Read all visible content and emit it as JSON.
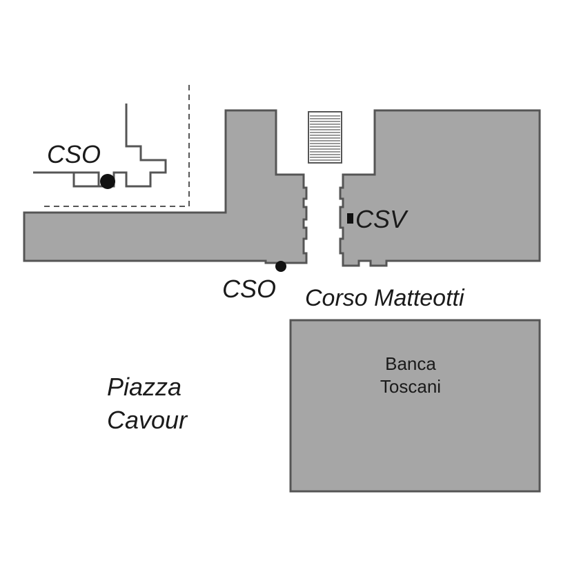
{
  "labels": {
    "cso_upper": "CSO",
    "cso_lower": "CSO",
    "csv": "CSV",
    "street": "Corso Matteotti",
    "piazza_line1": "Piazza",
    "piazza_line2": "Cavour",
    "bank_line1": "Banca",
    "bank_line2": "Toscani"
  },
  "colors": {
    "building_fill": "#a6a6a6",
    "outline": "#555555",
    "text": "#1a1a1a",
    "marker": "#111111",
    "background": "#ffffff"
  }
}
